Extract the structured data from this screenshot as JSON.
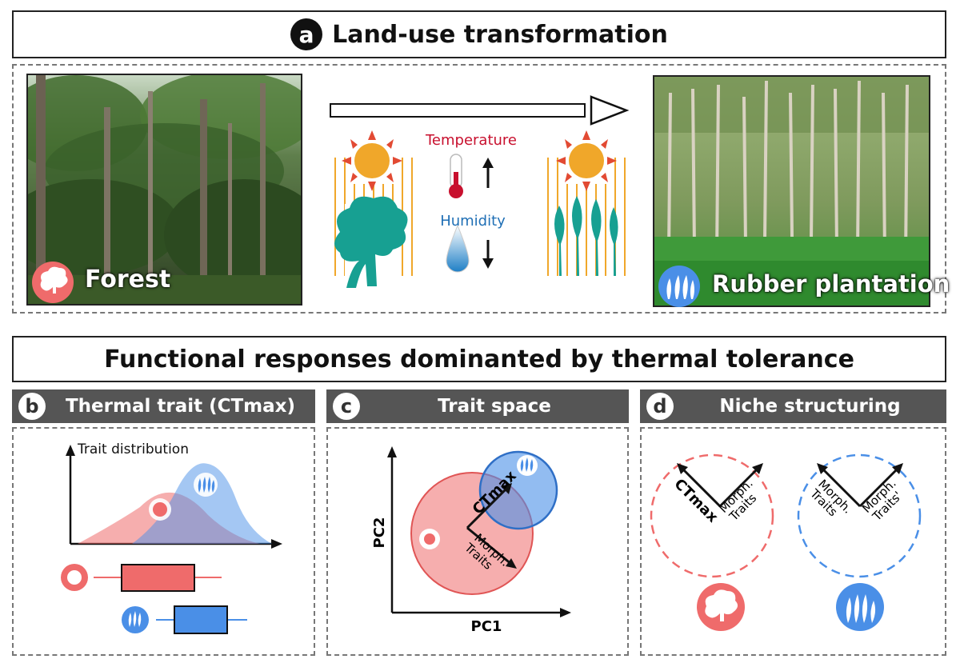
{
  "panel_a": {
    "badge": "a",
    "title": "Land-use transformation",
    "forest_label": "Forest",
    "plantation_label": "Rubber plantation",
    "temperature_label": "Temperature",
    "humidity_label": "Humidity",
    "colors": {
      "forest": "#ef6b6b",
      "plantation": "#4a8fe7",
      "temperature": "#c8102e",
      "humidity": "#1f6fb5",
      "tree": "#17a092",
      "sun": "#f0a72a"
    }
  },
  "section_title": "Functional responses dominanted by thermal tolerance",
  "panel_b": {
    "badge": "b",
    "title": "Thermal trait (CTmax)",
    "ylabel": "Trait distribution"
  },
  "panel_c": {
    "badge": "c",
    "title": "Trait space",
    "xlabel": "PC1",
    "ylabel": "PC2",
    "arrow_ctmax": "CTmax",
    "arrow_morph_1": "Morph.",
    "arrow_morph_2": "Traits"
  },
  "panel_d": {
    "badge": "d",
    "title": "Niche structuring",
    "left_ctmax": "CTmax",
    "left_morph_1": "Morph.",
    "left_morph_2": "Traits",
    "right_morph_1": "Morph.",
    "right_morph_2": "Traits",
    "right_morph_3": "Morph.",
    "right_morph_4": "Traits'"
  }
}
